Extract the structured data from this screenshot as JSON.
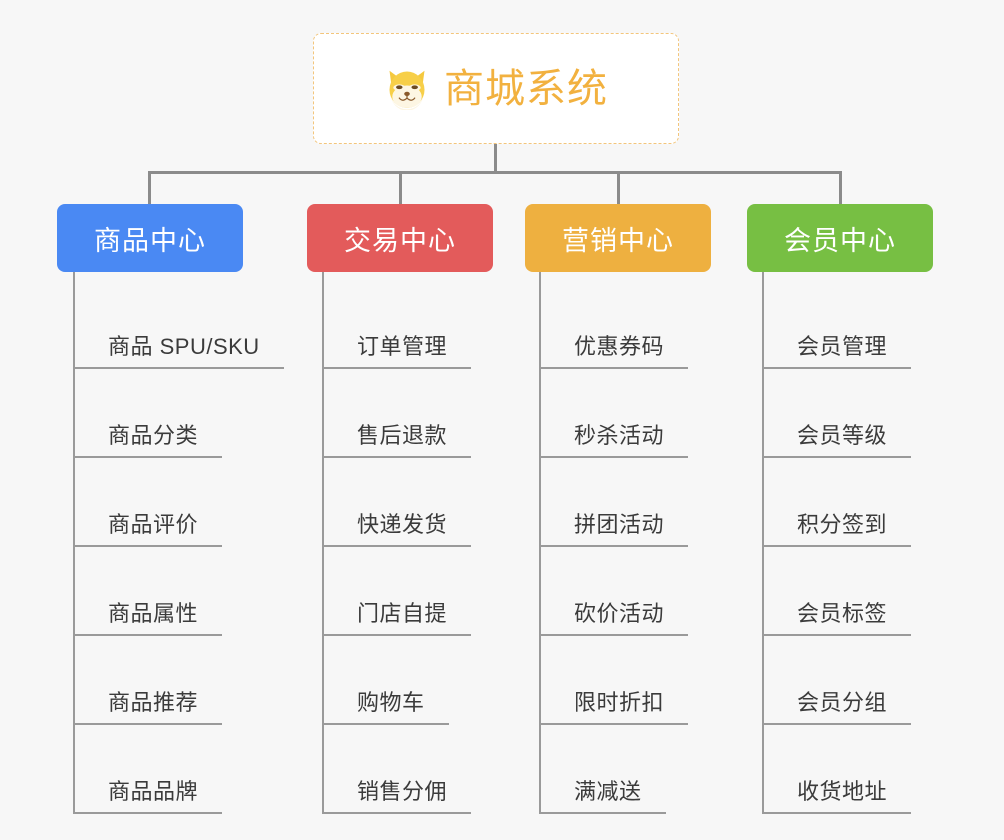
{
  "root": {
    "title": "商城系统",
    "icon": "shiba-dog-face-icon",
    "title_color": "#f2b13f",
    "border_color": "#f3c57b",
    "background": "#ffffff"
  },
  "canvas": {
    "background": "#f7f7f7",
    "connector_color": "#8b8b8b"
  },
  "categories": [
    {
      "label": "商品中心",
      "color": "#4a89f3",
      "items": [
        {
          "label": "商品 SPU/SKU"
        },
        {
          "label": "商品分类"
        },
        {
          "label": "商品评价"
        },
        {
          "label": "商品属性"
        },
        {
          "label": "商品推荐"
        },
        {
          "label": "商品品牌"
        }
      ]
    },
    {
      "label": "交易中心",
      "color": "#e35b5b",
      "items": [
        {
          "label": "订单管理"
        },
        {
          "label": "售后退款"
        },
        {
          "label": "快递发货"
        },
        {
          "label": "门店自提"
        },
        {
          "label": "购物车"
        },
        {
          "label": "销售分佣"
        }
      ]
    },
    {
      "label": "营销中心",
      "color": "#eeb040",
      "items": [
        {
          "label": "优惠券码"
        },
        {
          "label": "秒杀活动"
        },
        {
          "label": "拼团活动"
        },
        {
          "label": "砍价活动"
        },
        {
          "label": "限时折扣"
        },
        {
          "label": "满减送"
        }
      ]
    },
    {
      "label": "会员中心",
      "color": "#77bf43",
      "items": [
        {
          "label": "会员管理"
        },
        {
          "label": "会员等级"
        },
        {
          "label": "积分签到"
        },
        {
          "label": "会员标签"
        },
        {
          "label": "会员分组"
        },
        {
          "label": "收货地址"
        }
      ]
    }
  ]
}
